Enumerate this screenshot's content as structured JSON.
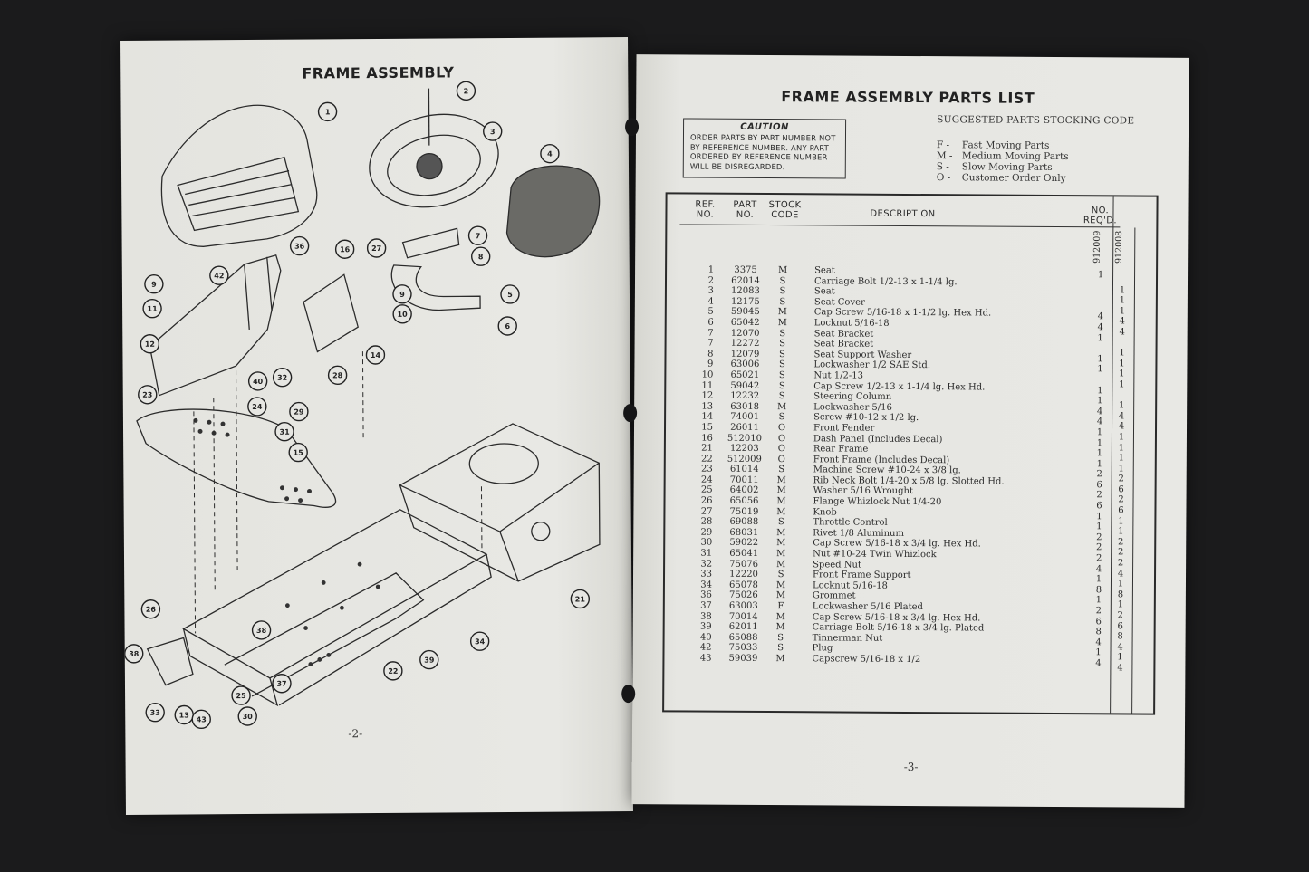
{
  "left_page": {
    "title": "FRAME ASSEMBLY",
    "page_number": "-2-",
    "callouts": [
      "1",
      "2",
      "3",
      "4",
      "7",
      "8",
      "9",
      "10",
      "5",
      "6",
      "36",
      "16",
      "27",
      "42",
      "9",
      "11",
      "12",
      "40",
      "32",
      "28",
      "14",
      "23",
      "24",
      "29",
      "31",
      "15",
      "21",
      "26",
      "38",
      "34",
      "39",
      "22",
      "38",
      "33",
      "13",
      "43",
      "25",
      "37",
      "30"
    ]
  },
  "right_page": {
    "title": "FRAME ASSEMBLY PARTS LIST",
    "page_number": "-3-",
    "caution": {
      "title": "CAUTION",
      "text": "ORDER PARTS BY PART NUMBER NOT BY REFERENCE NUMBER. ANY PART ORDERED BY REFERENCE NUMBER WILL BE DISREGARDED."
    },
    "stock_code_legend": {
      "title": "SUGGESTED PARTS STOCKING CODE",
      "items": [
        {
          "code": "F -",
          "label": "Fast Moving Parts"
        },
        {
          "code": "M -",
          "label": "Medium Moving Parts"
        },
        {
          "code": "S -",
          "label": "Slow Moving Parts"
        },
        {
          "code": "O -",
          "label": "Customer Order Only"
        }
      ]
    },
    "table": {
      "headers": {
        "ref": "REF. NO.",
        "part": "PART NO.",
        "stock": "STOCK CODE",
        "description": "DESCRIPTION",
        "qty": "NO. REQ'D.",
        "model_a": "912009",
        "model_b": "912008"
      },
      "rows": [
        {
          "ref": "1",
          "part": "3375",
          "stock": "M",
          "desc": "Seat",
          "q1": "1",
          "q2": ""
        },
        {
          "ref": "2",
          "part": "62014",
          "stock": "S",
          "desc": "Carriage Bolt 1/2-13 x 1-1/4 lg.",
          "q1": "",
          "q2": "1"
        },
        {
          "ref": "3",
          "part": "12083",
          "stock": "S",
          "desc": "Seat",
          "q1": "",
          "q2": "1"
        },
        {
          "ref": "4",
          "part": "12175",
          "stock": "S",
          "desc": "Seat Cover",
          "q1": "",
          "q2": "1"
        },
        {
          "ref": "5",
          "part": "59045",
          "stock": "M",
          "desc": "Cap Screw 5/16-18 x 1-1/2 lg. Hex Hd.",
          "q1": "4",
          "q2": "4"
        },
        {
          "ref": "6",
          "part": "65042",
          "stock": "M",
          "desc": "Locknut 5/16-18",
          "q1": "4",
          "q2": "4"
        },
        {
          "ref": "7",
          "part": "12070",
          "stock": "S",
          "desc": "Seat Bracket",
          "q1": "1",
          "q2": ""
        },
        {
          "ref": "7",
          "part": "12272",
          "stock": "S",
          "desc": "Seat Bracket",
          "q1": "",
          "q2": "1"
        },
        {
          "ref": "8",
          "part": "12079",
          "stock": "S",
          "desc": "Seat Support Washer",
          "q1": "1",
          "q2": "1"
        },
        {
          "ref": "9",
          "part": "63006",
          "stock": "S",
          "desc": "Lockwasher 1/2 SAE Std.",
          "q1": "1",
          "q2": "1"
        },
        {
          "ref": "10",
          "part": "65021",
          "stock": "S",
          "desc": "Nut 1/2-13",
          "q1": "",
          "q2": "1"
        },
        {
          "ref": "11",
          "part": "59042",
          "stock": "S",
          "desc": "Cap Screw 1/2-13 x 1-1/4 lg. Hex Hd.",
          "q1": "1",
          "q2": ""
        },
        {
          "ref": "12",
          "part": "12232",
          "stock": "S",
          "desc": "Steering Column",
          "q1": "1",
          "q2": "1"
        },
        {
          "ref": "13",
          "part": "63018",
          "stock": "M",
          "desc": "Lockwasher 5/16",
          "q1": "4",
          "q2": "4"
        },
        {
          "ref": "14",
          "part": "74001",
          "stock": "S",
          "desc": "Screw #10-12 x 1/2 lg.",
          "q1": "4",
          "q2": "4"
        },
        {
          "ref": "15",
          "part": "26011",
          "stock": "O",
          "desc": "Front Fender",
          "q1": "1",
          "q2": "1"
        },
        {
          "ref": "16",
          "part": "512010",
          "stock": "O",
          "desc": "Dash Panel (Includes Decal)",
          "q1": "1",
          "q2": "1"
        },
        {
          "ref": "21",
          "part": "12203",
          "stock": "O",
          "desc": "Rear Frame",
          "q1": "1",
          "q2": "1"
        },
        {
          "ref": "22",
          "part": "512009",
          "stock": "O",
          "desc": "Front Frame (Includes Decal)",
          "q1": "1",
          "q2": "1"
        },
        {
          "ref": "23",
          "part": "61014",
          "stock": "S",
          "desc": "Machine Screw #10-24 x 3/8 lg.",
          "q1": "2",
          "q2": "2"
        },
        {
          "ref": "24",
          "part": "70011",
          "stock": "M",
          "desc": "Rib Neck Bolt 1/4-20 x 5/8 lg. Slotted Hd.",
          "q1": "6",
          "q2": "6"
        },
        {
          "ref": "25",
          "part": "64002",
          "stock": "M",
          "desc": "Washer 5/16 Wrought",
          "q1": "2",
          "q2": "2"
        },
        {
          "ref": "26",
          "part": "65056",
          "stock": "M",
          "desc": "Flange Whizlock Nut 1/4-20",
          "q1": "6",
          "q2": "6"
        },
        {
          "ref": "27",
          "part": "75019",
          "stock": "M",
          "desc": "Knob",
          "q1": "1",
          "q2": "1"
        },
        {
          "ref": "28",
          "part": "69088",
          "stock": "S",
          "desc": "Throttle Control",
          "q1": "1",
          "q2": "1"
        },
        {
          "ref": "29",
          "part": "68031",
          "stock": "M",
          "desc": "Rivet 1/8 Aluminum",
          "q1": "2",
          "q2": "2"
        },
        {
          "ref": "30",
          "part": "59022",
          "stock": "M",
          "desc": "Cap Screw 5/16-18 x 3/4 lg. Hex Hd.",
          "q1": "2",
          "q2": "2"
        },
        {
          "ref": "31",
          "part": "65041",
          "stock": "M",
          "desc": "Nut #10-24 Twin Whizlock",
          "q1": "2",
          "q2": "2"
        },
        {
          "ref": "32",
          "part": "75076",
          "stock": "M",
          "desc": "Speed Nut",
          "q1": "4",
          "q2": "4"
        },
        {
          "ref": "33",
          "part": "12220",
          "stock": "S",
          "desc": "Front Frame Support",
          "q1": "1",
          "q2": "1"
        },
        {
          "ref": "34",
          "part": "65078",
          "stock": "M",
          "desc": "Locknut 5/16-18",
          "q1": "8",
          "q2": "8"
        },
        {
          "ref": "36",
          "part": "75026",
          "stock": "M",
          "desc": "Grommet",
          "q1": "1",
          "q2": "1"
        },
        {
          "ref": "37",
          "part": "63003",
          "stock": "F",
          "desc": "Lockwasher 5/16 Plated",
          "q1": "2",
          "q2": "2"
        },
        {
          "ref": "38",
          "part": "70014",
          "stock": "M",
          "desc": "Cap Screw 5/16-18 x 3/4 lg. Hex Hd.",
          "q1": "6",
          "q2": "6"
        },
        {
          "ref": "39",
          "part": "62011",
          "stock": "M",
          "desc": "Carriage Bolt 5/16-18 x 3/4 lg. Plated",
          "q1": "8",
          "q2": "8"
        },
        {
          "ref": "40",
          "part": "65088",
          "stock": "S",
          "desc": "Tinnerman Nut",
          "q1": "4",
          "q2": "4"
        },
        {
          "ref": "42",
          "part": "75033",
          "stock": "S",
          "desc": "Plug",
          "q1": "1",
          "q2": "1"
        },
        {
          "ref": "43",
          "part": "59039",
          "stock": "M",
          "desc": "Capscrew 5/16-18 x 1/2",
          "q1": "4",
          "q2": "4"
        }
      ]
    }
  }
}
